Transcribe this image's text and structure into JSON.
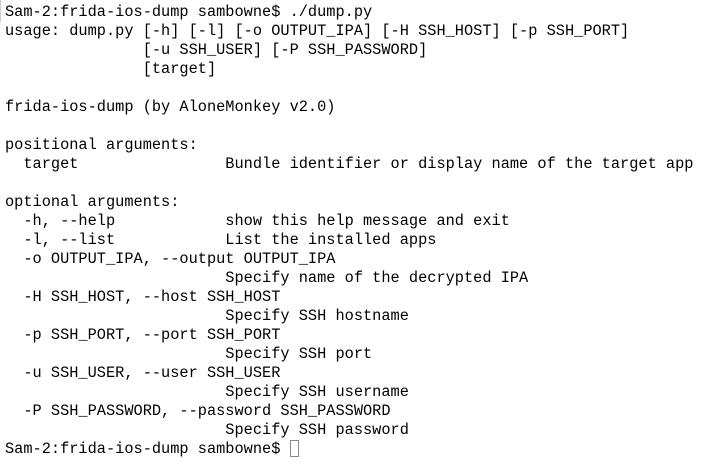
{
  "terminal": {
    "lines": [
      "Sam-2:frida-ios-dump sambowne$ ./dump.py",
      "usage: dump.py [-h] [-l] [-o OUTPUT_IPA] [-H SSH_HOST] [-p SSH_PORT]",
      "               [-u SSH_USER] [-P SSH_PASSWORD]",
      "               [target]",
      "",
      "frida-ios-dump (by AloneMonkey v2.0)",
      "",
      "positional arguments:",
      "  target                Bundle identifier or display name of the target app",
      "",
      "optional arguments:",
      "  -h, --help            show this help message and exit",
      "  -l, --list            List the installed apps",
      "  -o OUTPUT_IPA, --output OUTPUT_IPA",
      "                        Specify name of the decrypted IPA",
      "  -H SSH_HOST, --host SSH_HOST",
      "                        Specify SSH hostname",
      "  -p SSH_PORT, --port SSH_PORT",
      "                        Specify SSH port",
      "  -u SSH_USER, --user SSH_USER",
      "                        Specify SSH username",
      "  -P SSH_PASSWORD, --password SSH_PASSWORD",
      "                        Specify SSH password"
    ],
    "prompt": "Sam-2:frida-ios-dump sambowne$ "
  }
}
